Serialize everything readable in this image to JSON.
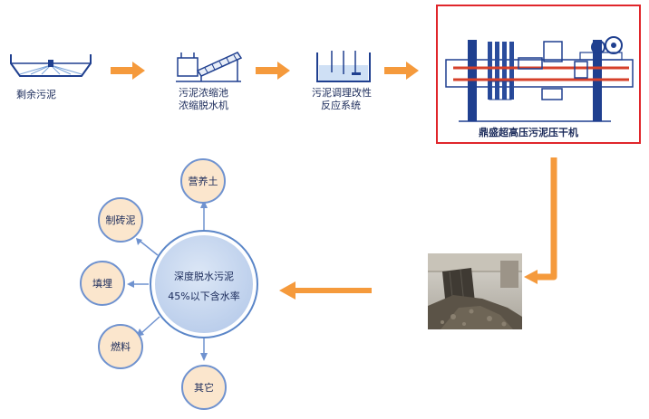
{
  "process": {
    "step1": "剩余污泥",
    "step2_line1": "污泥浓缩池",
    "step2_line2": "浓缩脱水机",
    "step3_line1": "污泥调理改性",
    "step3_line2": "反应系统",
    "step4": "鼎盛超高压污泥压干机"
  },
  "hub": {
    "line1": "深度脱水污泥",
    "line2": "45%以下含水率"
  },
  "outputs": {
    "top": "营养土",
    "upper_left": "制砖泥",
    "left": "填埋",
    "lower_left": "燃料",
    "bottom": "其它"
  },
  "colors": {
    "arrow_orange": "#f59a3c",
    "highlight_frame": "#e0262b",
    "hub_fill": "#c5d6ef",
    "hub_border": "#5b86c8",
    "satellite_fill": "#fbe6cd",
    "satellite_border": "#6f92cf",
    "connector": "#6f92cf",
    "equipment_blue": "#1f3f8f",
    "equipment_red": "#d6402a"
  }
}
